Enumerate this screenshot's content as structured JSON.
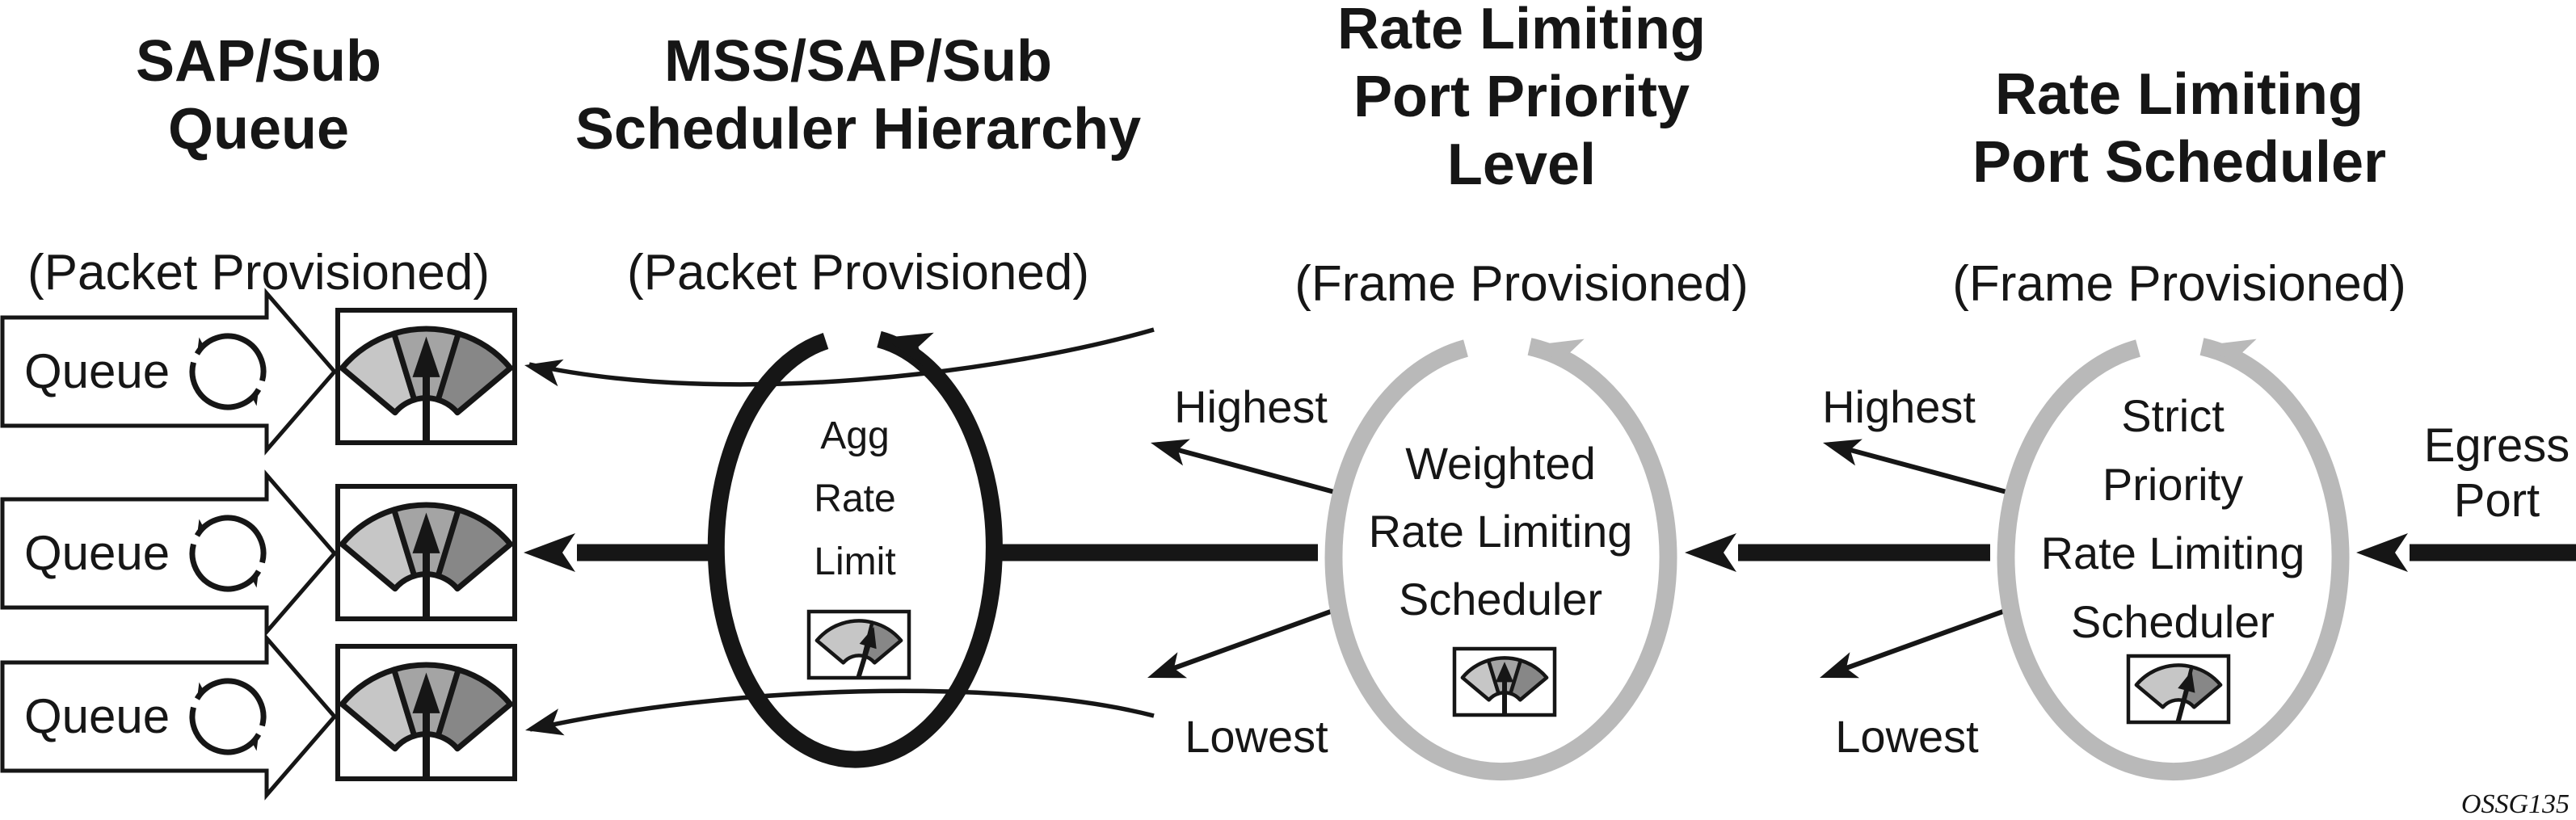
{
  "figure": {
    "id": "OSSG135"
  },
  "colors": {
    "ink": "#161616",
    "ring_gray": "#b9b9b9",
    "gauge_light": "#c6c6c6",
    "gauge_mid": "#a4a4a4",
    "gauge_dark": "#878787",
    "paper": "#ffffff"
  },
  "columns": [
    {
      "title": "SAP/Sub\nQueue",
      "subtitle": "(Packet Provisioned)"
    },
    {
      "title": "MSS/SAP/Sub\nScheduler Hierarchy",
      "subtitle": "(Packet Provisioned)"
    },
    {
      "title": "Rate Limiting\nPort Priority\nLevel",
      "subtitle": "(Frame Provisioned)"
    },
    {
      "title": "Rate Limiting\nPort Scheduler",
      "subtitle": "(Frame Provisioned)"
    }
  ],
  "queues": [
    {
      "label": "Queue",
      "icon": "rotation-loop-icon",
      "meter": "gauge-meter-icon"
    },
    {
      "label": "Queue",
      "icon": "rotation-loop-icon",
      "meter": "gauge-meter-icon"
    },
    {
      "label": "Queue",
      "icon": "rotation-loop-icon",
      "meter": "gauge-meter-icon"
    }
  ],
  "agg_scheduler": {
    "label": "Agg\nRate\nLimit",
    "meter": "gauge-meter-icon"
  },
  "port_priority_scheduler": {
    "label": "Weighted\nRate Limiting\nScheduler",
    "highest": "Highest",
    "lowest": "Lowest",
    "meter": "gauge-meter-icon"
  },
  "port_scheduler": {
    "label": "Strict\nPriority\nRate Limiting\nScheduler",
    "highest": "Highest",
    "lowest": "Lowest",
    "meter": "gauge-meter-icon"
  },
  "egress": {
    "label": "Egress\nPort"
  }
}
